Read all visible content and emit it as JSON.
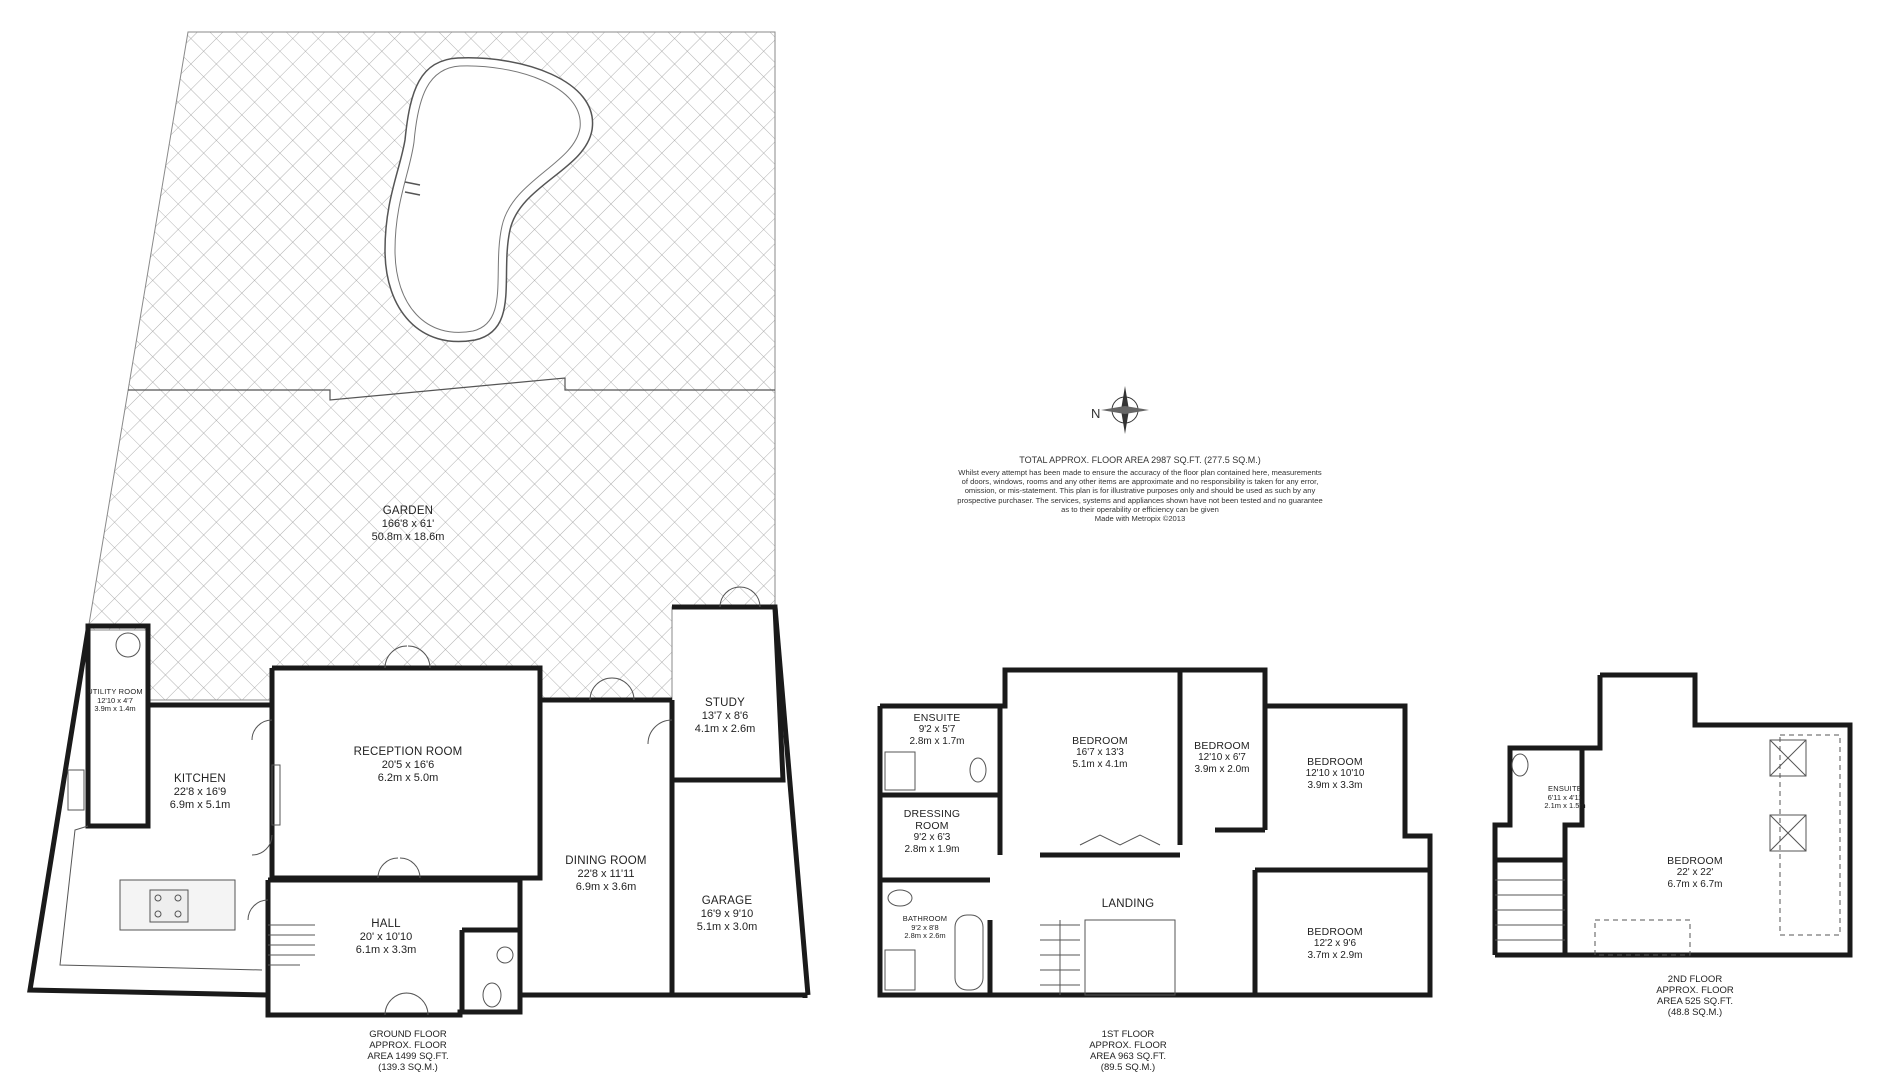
{
  "rooms": {
    "garden": {
      "name": "GARDEN",
      "imperial": "166'8 x 61'",
      "metric": "50.8m x 18.6m"
    },
    "utility": {
      "name": "UTILITY ROOM",
      "imperial": "12'10 x 4'7",
      "metric": "3.9m x 1.4m"
    },
    "kitchen": {
      "name": "KITCHEN",
      "imperial": "22'8 x 16'9",
      "metric": "6.9m x 5.1m"
    },
    "reception": {
      "name": "RECEPTION ROOM",
      "imperial": "20'5 x 16'6",
      "metric": "6.2m x 5.0m"
    },
    "study": {
      "name": "STUDY",
      "imperial": "13'7 x 8'6",
      "metric": "4.1m x 2.6m"
    },
    "dining": {
      "name": "DINING ROOM",
      "imperial": "22'8 x 11'11",
      "metric": "6.9m x 3.6m"
    },
    "hall": {
      "name": "HALL",
      "imperial": "20' x 10'10",
      "metric": "6.1m x 3.3m"
    },
    "garage": {
      "name": "GARAGE",
      "imperial": "16'9 x 9'10",
      "metric": "5.1m x 3.0m"
    },
    "ensuite1": {
      "name": "ENSUITE",
      "imperial": "9'2 x 5'7",
      "metric": "2.8m x 1.7m"
    },
    "dressing": {
      "name": "DRESSING",
      "name2": "ROOM",
      "imperial": "9'2 x 6'3",
      "metric": "2.8m x 1.9m"
    },
    "bathroom": {
      "name": "BATHROOM",
      "imperial": "9'2 x 8'8",
      "metric": "2.8m x 2.6m"
    },
    "bedroom1": {
      "name": "BEDROOM",
      "imperial": "16'7 x 13'3",
      "metric": "5.1m x 4.1m"
    },
    "bedroom2": {
      "name": "BEDROOM",
      "imperial": "12'10 x 6'7",
      "metric": "3.9m x 2.0m"
    },
    "bedroom3": {
      "name": "BEDROOM",
      "imperial": "12'10 x 10'10",
      "metric": "3.9m x 3.3m"
    },
    "bedroom4": {
      "name": "BEDROOM",
      "imperial": "12'2 x 9'6",
      "metric": "3.7m x 2.9m"
    },
    "landing": {
      "name": "LANDING"
    },
    "ensuite2": {
      "name": "ENSUITE",
      "imperial": "6'11 x 4'11",
      "metric": "2.1m x 1.5m"
    },
    "bedroom5": {
      "name": "BEDROOM",
      "imperial": "22' x 22'",
      "metric": "6.7m x 6.7m"
    }
  },
  "floors": {
    "ground": {
      "l1": "GROUND FLOOR",
      "l2": "APPROX. FLOOR",
      "l3": "AREA 1499 SQ.FT.",
      "l4": "(139.3 SQ.M.)"
    },
    "first": {
      "l1": "1ST FLOOR",
      "l2": "APPROX. FLOOR",
      "l3": "AREA 963 SQ.FT.",
      "l4": "(89.5 SQ.M.)"
    },
    "second": {
      "l1": "2ND FLOOR",
      "l2": "APPROX. FLOOR",
      "l3": "AREA 525 SQ.FT.",
      "l4": "(48.8 SQ.M.)"
    }
  },
  "notes": {
    "total": "TOTAL APPROX. FLOOR AREA 2987 SQ.FT. (277.5 SQ.M.)",
    "disclaimer_1": "Whilst every attempt has been made to ensure the accuracy of the floor plan contained here, measurements",
    "disclaimer_2": "of doors, windows, rooms and any other items are approximate and no responsibility is taken for any error,",
    "disclaimer_3": "omission, or mis-statement. This plan is for illustrative purposes only and should be used as such by any",
    "disclaimer_4": "prospective purchaser. The services, systems and appliances shown have not been tested and no guarantee",
    "disclaimer_5": "as to their operability or efficiency can be given",
    "made_with": "Made with Metropix ©2013"
  },
  "compass": {
    "letter": "N"
  },
  "colors": {
    "wall": "#1a1a1a",
    "hatch": "#9a9a9a",
    "pool": "#ffffff"
  }
}
